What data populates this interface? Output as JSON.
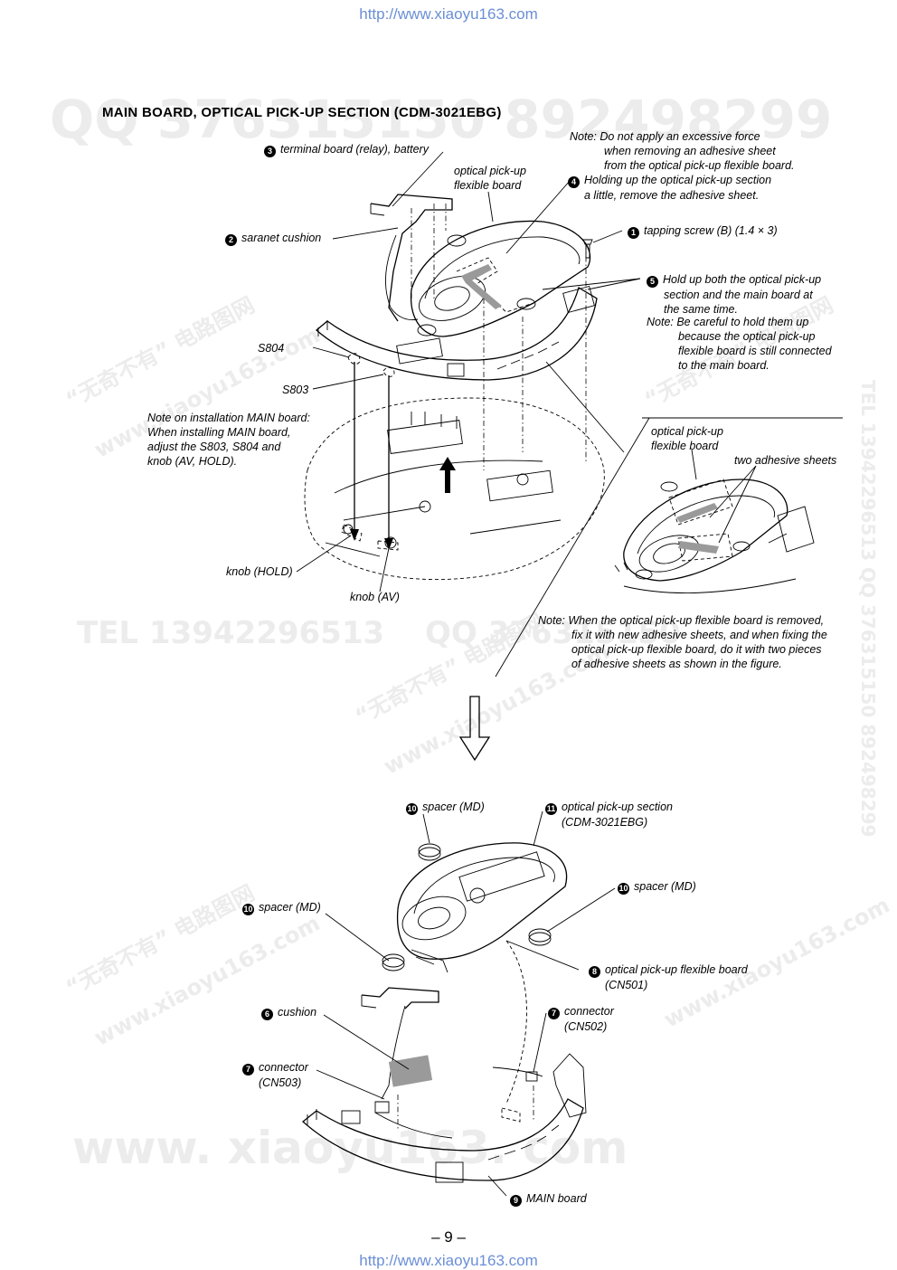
{
  "header_url": "http://www.xiaoyu163.com",
  "footer_url": "http://www.xiaoyu163.com",
  "title": "MAIN BOARD, OPTICAL PICK-UP SECTION (CDM-3021EBG)",
  "page_number": "– 9 –",
  "watermarks": {
    "qq_top": "QQ 376315150   892498299",
    "tel_mid": "TEL 13942296513",
    "qq_mid": "QQ 376315150",
    "www_bottom": "www. xiaoyu163. com",
    "side_right": "TEL 13942296513  QQ 376315150  892498299",
    "cn1": "“无奇不有” 电路图网",
    "cn2": "www.xiaoyu163.com"
  },
  "labels": {
    "l3": {
      "num": "3",
      "text": "terminal board (relay), battery"
    },
    "note_top": [
      "Note: Do not apply an excessive force",
      "when removing an adhesive sheet",
      "from the optical pick-up flexible board."
    ],
    "l4": {
      "num": "4",
      "lines": [
        "Holding up the optical pick-up section",
        "a little, remove the adhesive sheet."
      ]
    },
    "opt_flex_top": [
      "optical pick-up",
      "flexible board"
    ],
    "l2": {
      "num": "2",
      "text": "saranet cushion"
    },
    "l1": {
      "num": "1",
      "text": "tapping screw (B) (1.4 × 3)"
    },
    "l5": {
      "num": "5",
      "lines": [
        "Hold up both the optical pick-up",
        "section and the main board at",
        "the same time."
      ]
    },
    "note5": [
      "Note: Be careful to hold them up",
      "because the optical pick-up",
      "flexible board is still connected",
      "to the main board."
    ],
    "s804": "S804",
    "s803": "S803",
    "note_install": [
      "Note on installation MAIN board:",
      "When installing MAIN board,",
      "adjust the S803, S804 and",
      "knob (AV, HOLD)."
    ],
    "opt_flex_inset": [
      "optical pick-up",
      "flexible board"
    ],
    "two_adhesive": "two adhesive sheets",
    "knob_hold": "knob (HOLD)",
    "knob_av": "knob (AV)",
    "note_removed": [
      "Note: When the optical pick-up flexible board is removed,",
      "fix it with new adhesive sheets, and when fixing the",
      "optical pick-up flexible board, do it with two pieces",
      "of adhesive sheets as shown in the figure."
    ],
    "l10a": {
      "num": "10",
      "text": "spacer (MD)"
    },
    "l11": {
      "num": "11",
      "lines": [
        "optical pick-up section",
        "(CDM-3021EBG)"
      ]
    },
    "l10b": {
      "num": "10",
      "text": "spacer (MD)"
    },
    "l10c": {
      "num": "10",
      "text": "spacer (MD)"
    },
    "l8": {
      "num": "8",
      "lines": [
        "optical pick-up flexible board",
        "(CN501)"
      ]
    },
    "l6": {
      "num": "6",
      "text": "cushion"
    },
    "l7a": {
      "num": "7",
      "lines": [
        "connector",
        "(CN502)"
      ]
    },
    "l7b": {
      "num": "7",
      "lines": [
        "connector",
        "(CN503)"
      ]
    },
    "l9": {
      "num": "9",
      "text": "MAIN board"
    }
  }
}
